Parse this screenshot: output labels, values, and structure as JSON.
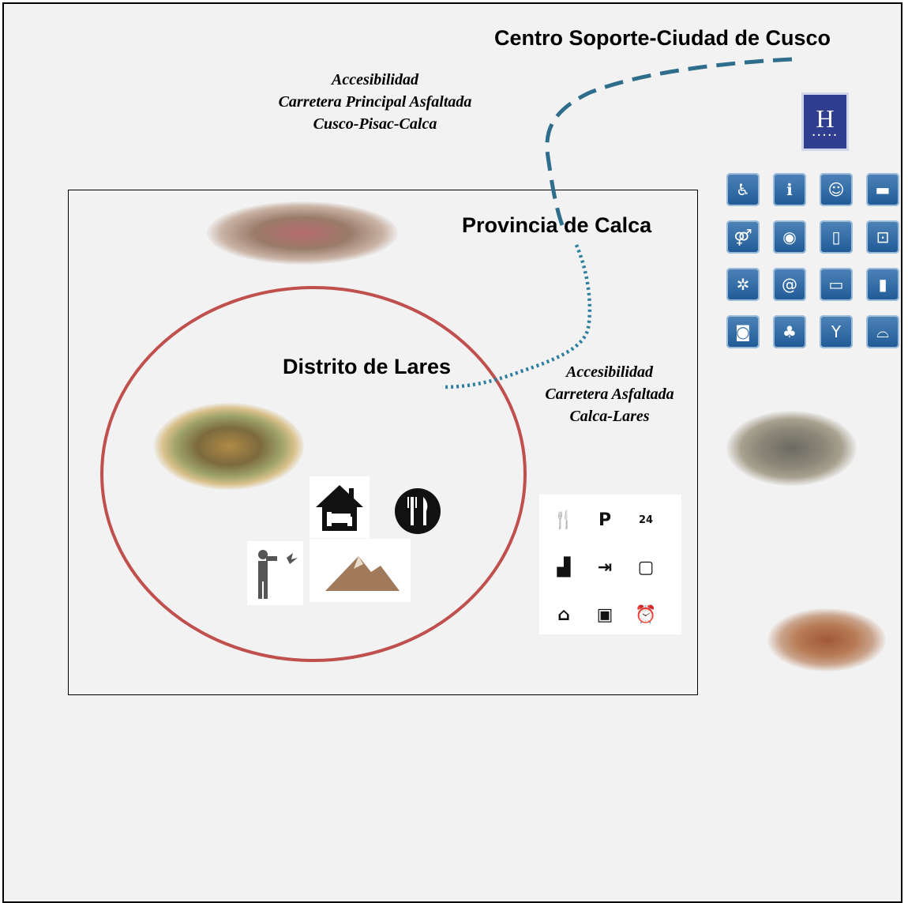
{
  "labels": {
    "centro": "Centro Soporte-Ciudad de Cusco",
    "provincia": "Provincia de Calca",
    "distrito": "Distrito de Lares"
  },
  "access_main": {
    "line1": "Accesibilidad",
    "line2": "Carretera Principal Asfaltada",
    "line3": "Cusco-Pisac-Calca"
  },
  "access_local": {
    "line1": "Accesibilidad",
    "line2": "Carretera Asfaltada",
    "line3": "Calca-Lares"
  },
  "hotel_sign": {
    "letter": "H"
  },
  "colors": {
    "road_main": "#2e6e8c",
    "road_local": "#2e7e9e",
    "district_circle": "#c0504d",
    "icon_blue": "#2d68a4"
  },
  "icons_grid": [
    "wheelchair-icon",
    "info-icon",
    "baby-icon",
    "bed-icon",
    "restrooms-icon",
    "restaurant-icon",
    "minibar-icon",
    "luggage-icon",
    "compass-icon",
    "internet-icon",
    "credit-card-icon",
    "phone-icon",
    "camera-icon",
    "drinks-icon",
    "cocktail-icon",
    "room-service-icon"
  ],
  "services_panel": [
    "cutlery-icon",
    "parking-icon",
    "service-24h-icon",
    "building-icon",
    "exit-door-icon",
    "tv-icon",
    "lodging-icon",
    "shop-icon",
    "alarm-clock-icon"
  ]
}
